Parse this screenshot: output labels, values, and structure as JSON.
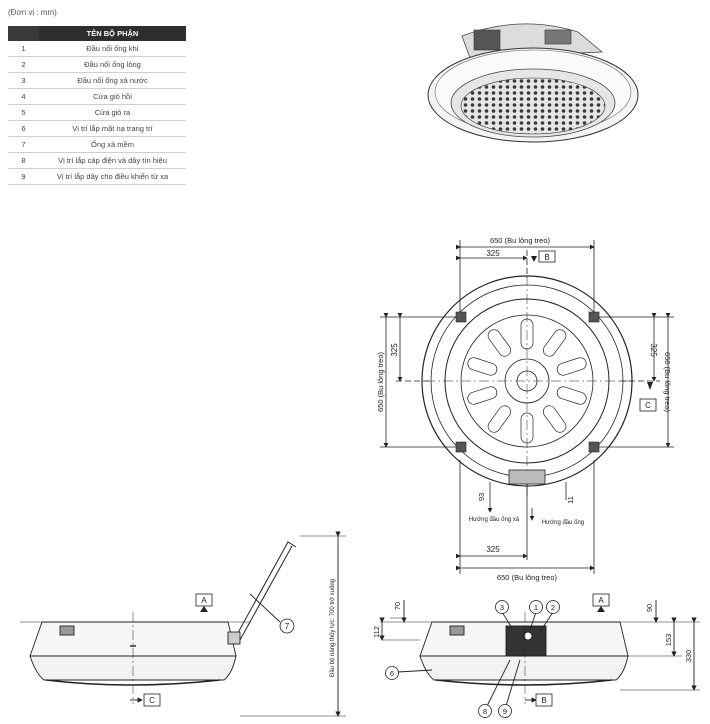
{
  "unit_note": "(Đơn vị : mm)",
  "parts_table": {
    "header": "TÊN BỘ PHẬN",
    "rows": [
      {
        "no": "1",
        "name": "Đầu nối ống khí"
      },
      {
        "no": "2",
        "name": "Đầu nối ống lỏng"
      },
      {
        "no": "3",
        "name": "Đầu nối ống xả nước"
      },
      {
        "no": "4",
        "name": "Cửa gió hồi"
      },
      {
        "no": "5",
        "name": "Cửa gió ra"
      },
      {
        "no": "6",
        "name": "Vị trí lắp mặt nạ trang trí"
      },
      {
        "no": "7",
        "name": "Ống xả mềm"
      },
      {
        "no": "8",
        "name": "Vị trí lắp cáp điện và dây tín hiệu"
      },
      {
        "no": "9",
        "name": "Vị trí lắp dây cho điều khiển từ xa"
      }
    ]
  },
  "top_view": {
    "dim_650_top": "650 (Bu lông treo)",
    "dim_325_top": "325",
    "dim_650_left": "650 (Bu lông treo)",
    "dim_325_left": "325",
    "dim_650_right": "650 (Bu lông treo)",
    "dim_325_right": "325",
    "dim_325_bottom": "325",
    "dim_650_bottom": "650 (Bu lông treo)",
    "dim_93": "93",
    "dim_11": "11",
    "label_drain_dir": "Hướng đầu ống xả",
    "label_pipe_dir": "Hướng đầu ống",
    "ref_b": "B",
    "ref_c": "C"
  },
  "side_view_left": {
    "ref_a": "A",
    "ref_c": "C",
    "lift_label": "Đầu bộ nâng thủy lực: 700 trở xuống",
    "callout_7": "7"
  },
  "side_view_right": {
    "ref_a": "A",
    "ref_b": "B",
    "dim_70": "70",
    "dim_112": "112",
    "dim_90": "90",
    "dim_153": "153",
    "dim_330": "330",
    "callouts": [
      "1",
      "2",
      "3",
      "6",
      "8",
      "9"
    ]
  }
}
